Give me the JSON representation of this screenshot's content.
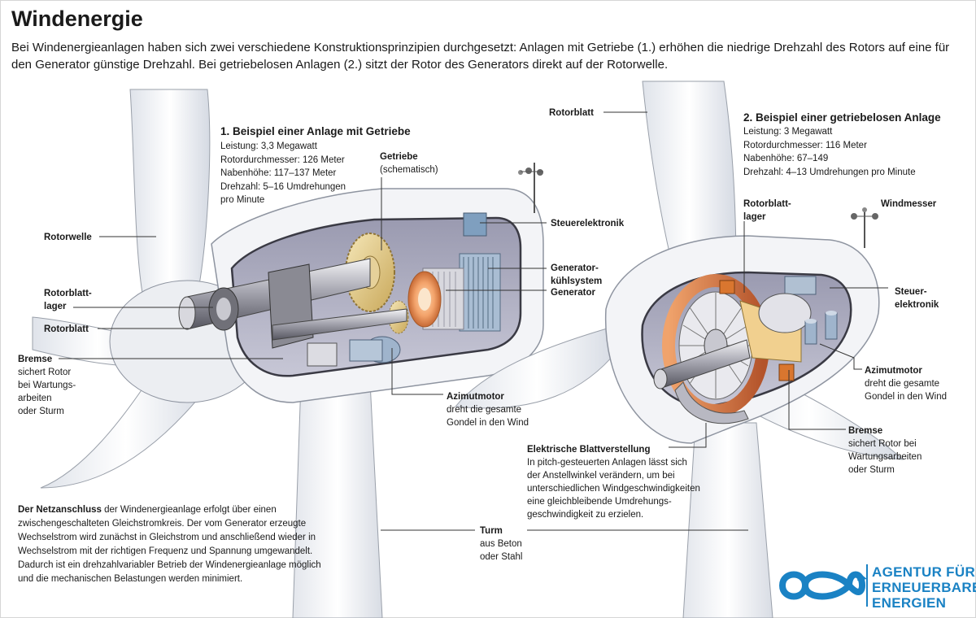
{
  "header": {
    "title": "Windenergie",
    "intro": "Bei Windenergieanlagen haben sich zwei verschiedene Konstruktionsprinzipien durchgesetzt: Anlagen mit Getriebe (1.) erhöhen die niedrige Drehzahl des Rotors auf eine für den Generator günstige Drehzahl. Bei getriebelosen Anlagen (2.) sitzt der Rotor des Generators direkt auf der Rotorwelle."
  },
  "example1": {
    "heading": "1. Beispiel einer Anlage mit Getriebe",
    "specs": [
      "Leistung: 3,3 Megawatt",
      "Rotordurchmesser: 126 Meter",
      "Nabenhöhe: 117–137 Meter",
      "Drehzahl: 5–16 Umdrehungen",
      "pro Minute"
    ],
    "labels": {
      "rotorwelle": "Rotorwelle",
      "rotorblattlager_1": "Rotorblatt-",
      "rotorblattlager_2": "lager",
      "rotorblatt": "Rotorblatt",
      "bremse": "Bremse",
      "bremse_desc": [
        "sichert Rotor",
        "bei Wartungs-",
        "arbeiten",
        "oder Sturm"
      ],
      "getriebe": "Getriebe",
      "getriebe_desc": "(schematisch)",
      "steuerelektronik": "Steuerelektronik",
      "kuehlsystem_1": "Generator-",
      "kuehlsystem_2": "kühlsystem",
      "generator": "Generator",
      "azimutmotor": "Azimutmotor",
      "azimutmotor_desc": [
        "dreht die gesamte",
        "Gondel in den Wind"
      ]
    }
  },
  "example2": {
    "heading": "2. Beispiel einer getriebelosen Anlage",
    "specs": [
      "Leistung: 3 Megawatt",
      "Rotordurchmesser: 116 Meter",
      "Nabenhöhe: 67–149",
      "Drehzahl: 4–13 Umdrehungen pro Minute"
    ],
    "labels": {
      "rotorblatt": "Rotorblatt",
      "rotorblattlager_1": "Rotorblatt-",
      "rotorblattlager_2": "lager",
      "windmesser": "Windmesser",
      "steuerelektronik_1": "Steuer-",
      "steuerelektronik_2": "elektronik",
      "azimutmotor": "Azimutmotor",
      "azimutmotor_desc": [
        "dreht die gesamte",
        "Gondel in den Wind"
      ],
      "bremse": "Bremse",
      "bremse_desc": [
        "sichert Rotor bei",
        "Wartungsarbeiten",
        "oder Sturm"
      ],
      "blattverstellung": "Elektrische Blattverstellung",
      "blattverstellung_desc": [
        "In pitch-gesteuerten Anlagen lässt sich",
        "der Anstellwinkel verändern, um bei",
        "unterschiedlichen Windgeschwindigkeiten",
        "eine gleichbleibende Umdrehungs-",
        "geschwindigkeit zu erzielen."
      ]
    }
  },
  "turm": {
    "label": "Turm",
    "desc": [
      "aus Beton",
      "oder Stahl"
    ]
  },
  "netzanschluss": {
    "bold": "Der Netzanschluss",
    "text": " der Windenergieanlage erfolgt über einen zwischengeschalteten Gleichstromkreis. Der vom Generator erzeugte Wechselstrom wird zunächst in Gleichstrom und anschließend wieder in Wechselstrom mit der richtigen Frequenz und Spannung umgewandelt. Dadurch ist ein drehzahlvariabler Betrieb der Windenergieanlage möglich und die mechanischen Belastungen werden minimiert."
  },
  "logo": {
    "line1": "AGENTUR FÜR",
    "line2": "ERNEUERBARE",
    "line3": "ENERGIEN",
    "color": "#1a82c4"
  }
}
